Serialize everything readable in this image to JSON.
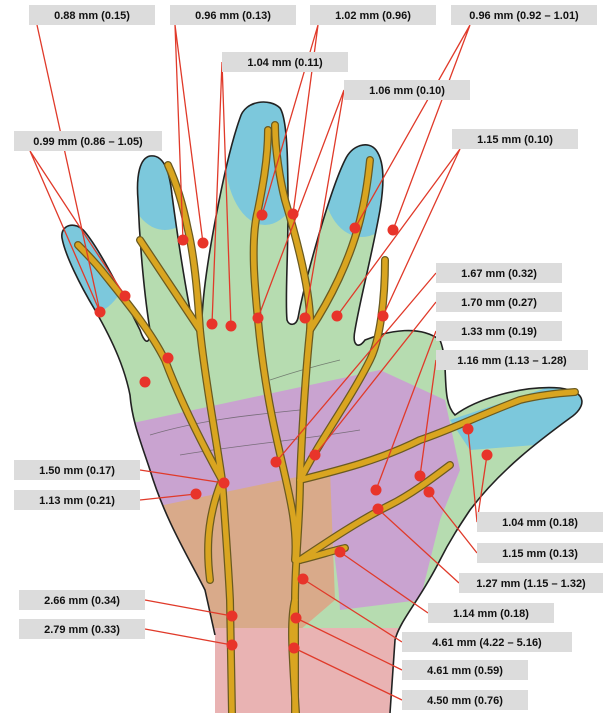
{
  "colors": {
    "nerve": "#d9a520",
    "measurement_dot": "#e8342a",
    "leader_line": "#e03a2a",
    "label_bg": "#dcdcdc",
    "zone_fingertip": "#7cc8dc",
    "zone_digit": "#b6dcb0",
    "zone_palm_distal": "#c9a3d0",
    "zone_palm_proximal": "#d9aa8a",
    "zone_wrist": "#e9b3b3"
  },
  "labels": [
    {
      "text": "0.88 mm (0.15)"
    },
    {
      "text": "0.96 mm (0.13)"
    },
    {
      "text": "1.02 mm (0.96)"
    },
    {
      "text": "0.96 mm (0.92 – 1.01)"
    },
    {
      "text": "1.04 mm (0.11)"
    },
    {
      "text": "1.06 mm (0.10)"
    },
    {
      "text": "0.99 mm (0.86 – 1.05)"
    },
    {
      "text": "1.15 mm (0.10)"
    },
    {
      "text": "1.67 mm (0.32)"
    },
    {
      "text": "1.70 mm (0.27)"
    },
    {
      "text": "1.33 mm (0.19)"
    },
    {
      "text": "1.16 mm (1.13 – 1.28)"
    },
    {
      "text": "1.50 mm (0.17)"
    },
    {
      "text": "1.13 mm (0.21)"
    },
    {
      "text": "1.04 mm (0.18)"
    },
    {
      "text": "1.15 mm (0.13)"
    },
    {
      "text": "1.27 mm (1.15 – 1.32)"
    },
    {
      "text": "1.14 mm (0.18)"
    },
    {
      "text": "2.66 mm (0.34)"
    },
    {
      "text": "2.79 mm (0.33)"
    },
    {
      "text": "4.61 mm (4.22 – 5.16)"
    },
    {
      "text": "4.61 mm (0.59)"
    },
    {
      "text": "4.50 mm (0.76)"
    }
  ]
}
